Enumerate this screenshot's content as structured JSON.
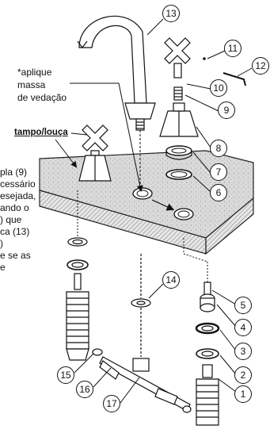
{
  "labels": {
    "massa_line1": "*aplique",
    "massa_line2": "massa",
    "massa_line3": "de vedação",
    "tampo": "tampo/louça"
  },
  "side_text": [
    "pla (9)",
    "cessário",
    "esejada,",
    "ando o",
    ") que",
    "ca (13)",
    ")",
    "e se as",
    "e"
  ],
  "callouts": [
    "1",
    "2",
    "3",
    "4",
    "5",
    "6",
    "7",
    "8",
    "9",
    "10",
    "11",
    "12",
    "13",
    "14",
    "15",
    "16",
    "17"
  ]
}
